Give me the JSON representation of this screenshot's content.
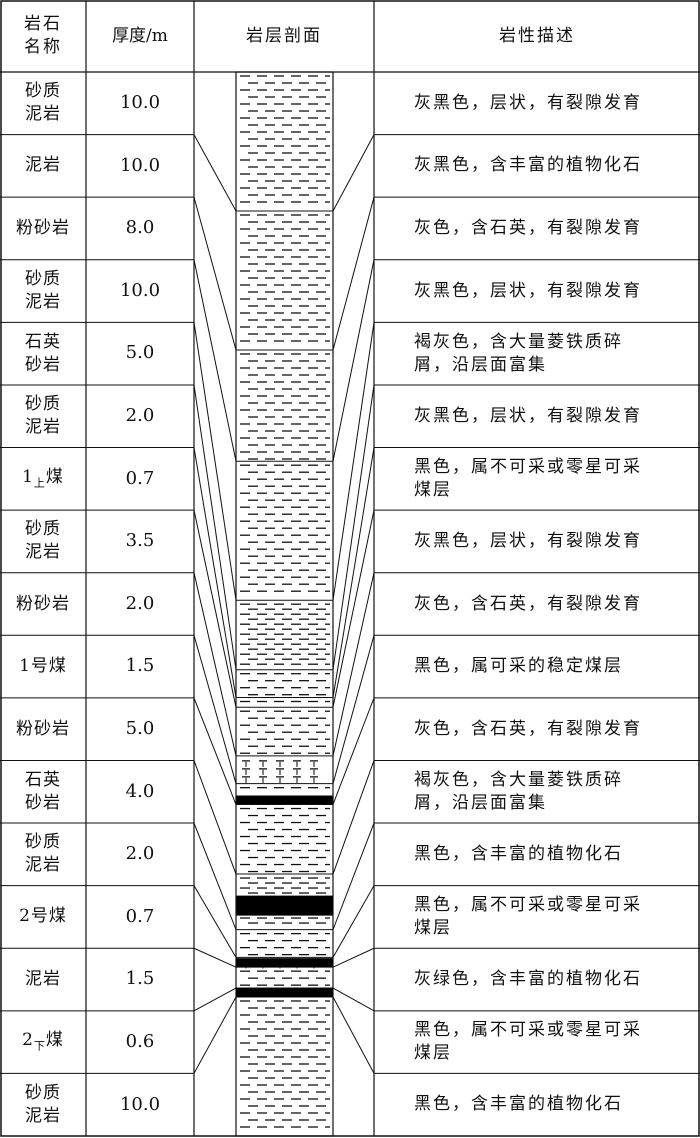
{
  "headers": {
    "name_line1": "岩石",
    "name_line2": "名称",
    "thickness": "厚度/m",
    "section": "岩层剖面",
    "description": "岩性描述"
  },
  "rows": [
    {
      "name_line1": "砂质",
      "name_line2": "泥岩",
      "thickness": "10.0",
      "desc_line1": "灰黑色，层状，有裂隙发育",
      "desc_line2": "",
      "pattern": "mudstone"
    },
    {
      "name_line1": "泥岩",
      "name_line2": "",
      "thickness": "10.0",
      "desc_line1": "灰黑色，含丰富的植物化石",
      "desc_line2": "",
      "pattern": "mudstone"
    },
    {
      "name_line1": "粉砂岩",
      "name_line2": "",
      "thickness": "8.0",
      "desc_line1": "灰色，含石英，有裂隙发育",
      "desc_line2": "",
      "pattern": "mudstone"
    },
    {
      "name_line1": "砂质",
      "name_line2": "泥岩",
      "thickness": "10.0",
      "desc_line1": "灰黑色，层状，有裂隙发育",
      "desc_line2": "",
      "pattern": "mudstone"
    },
    {
      "name_line1": "石英",
      "name_line2": "砂岩",
      "thickness": "5.0",
      "desc_line1": "褐灰色，含大量菱铁质碎",
      "desc_line2": "屑，沿层面富集",
      "pattern": "sandstone"
    },
    {
      "name_line1": "砂质",
      "name_line2": "泥岩",
      "thickness": "2.0",
      "desc_line1": "灰黑色，层状，有裂隙发育",
      "desc_line2": "",
      "pattern": "mudstone"
    },
    {
      "name_line1": "1",
      "name_sub": "上",
      "name_suffix": "煤",
      "name_line2": "",
      "thickness": "0.7",
      "desc_line1": "黑色，属不可采或零星可采",
      "desc_line2": "煤层",
      "pattern": "mudstone"
    },
    {
      "name_line1": "砂质",
      "name_line2": "泥岩",
      "thickness": "3.5",
      "desc_line1": "灰黑色，层状，有裂隙发育",
      "desc_line2": "",
      "pattern": "mudstone"
    },
    {
      "name_line1": "粉砂岩",
      "name_line2": "",
      "thickness": "2.0",
      "desc_line1": "灰色，含石英，有裂隙发育",
      "desc_line2": "",
      "pattern": "siltstone"
    },
    {
      "name_line1": "1号煤",
      "name_line2": "",
      "thickness": "1.5",
      "desc_line1": "黑色，属可采的稳定煤层",
      "desc_line2": "",
      "pattern": "coal"
    },
    {
      "name_line1": "粉砂岩",
      "name_line2": "",
      "thickness": "5.0",
      "desc_line1": "灰色，含石英，有裂隙发育",
      "desc_line2": "",
      "pattern": "mudstone"
    },
    {
      "name_line1": "石英",
      "name_line2": "砂岩",
      "thickness": "4.0",
      "desc_line1": "褐灰色，含大量菱铁质碎",
      "desc_line2": "屑，沿层面富集",
      "pattern": "sandstone"
    },
    {
      "name_line1": "砂质",
      "name_line2": "泥岩",
      "thickness": "2.0",
      "desc_line1": "黑色，含丰富的植物化石",
      "desc_line2": "",
      "pattern": "mudstone"
    },
    {
      "name_line1": "2号煤",
      "name_line2": "",
      "thickness": "0.7",
      "desc_line1": "黑色，属不可采或零星可采",
      "desc_line2": "煤层",
      "pattern": "siltstone"
    },
    {
      "name_line1": "泥岩",
      "name_line2": "",
      "thickness": "1.5",
      "desc_line1": "灰绿色，含丰富的植物化石",
      "desc_line2": "",
      "pattern": "mudstone"
    },
    {
      "name_line1": "2",
      "name_sub": "下",
      "name_suffix": "煤",
      "name_line2": "",
      "thickness": "0.6",
      "desc_line1": "黑色，属不可采或零星可采",
      "desc_line2": "煤层",
      "pattern": "mudstone"
    },
    {
      "name_line1": "砂质",
      "name_line2": "泥岩",
      "thickness": "10.0",
      "desc_line1": "黑色，含丰富的植物化石",
      "desc_line2": "",
      "pattern": "mudstone"
    }
  ],
  "colors": {
    "line": "#111111",
    "coal": "#000000",
    "fill": "#ffffff"
  }
}
